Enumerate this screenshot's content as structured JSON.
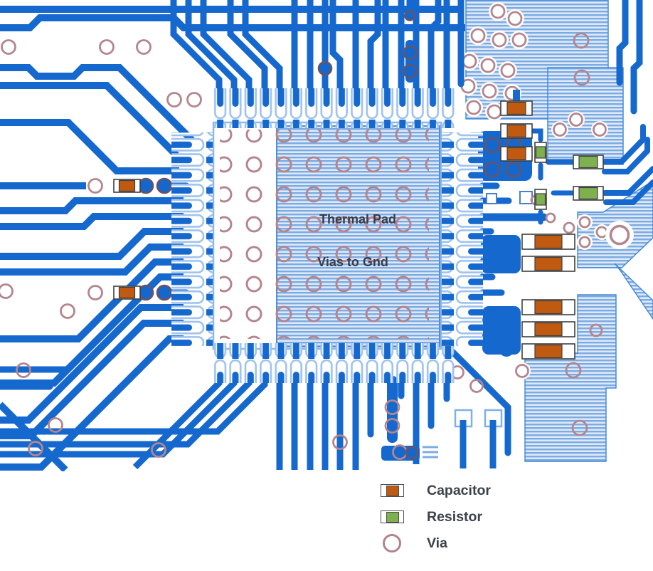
{
  "diagram": {
    "type": "pcb-layout-figure",
    "labels": {
      "thermal_pad": "Thermal Pad",
      "vias_to_gnd": "Vias to Gnd"
    },
    "legend": [
      {
        "name": "capacitor",
        "label": "Capacitor",
        "color": "#c05a11"
      },
      {
        "name": "resistor",
        "label": "Resistor",
        "color": "#7fb04e"
      },
      {
        "name": "via",
        "label": "Via",
        "color": "#b4858e"
      }
    ],
    "colors": {
      "trace_blue": "#1568ce",
      "pad_halo": "#9ec2ee",
      "pour_stripe": "#7cabe2",
      "pour_background": "#dde9f8",
      "pour_border": "#3e86d8",
      "via_ring": "#b4858e",
      "filled_via": "#1467cd",
      "capacitor_body": "#c05a11",
      "resistor_body": "#7fb04e",
      "label_text": "#393d47",
      "background": "#ffffff"
    }
  }
}
